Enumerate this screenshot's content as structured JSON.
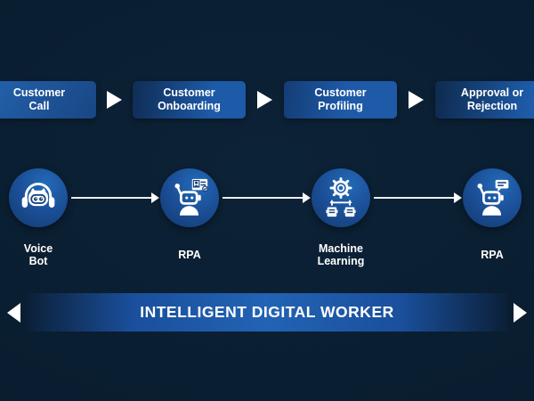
{
  "colors": {
    "background": "#0a1d30",
    "box_blue": "#1d5aa8",
    "banner_blue": "#2263b4",
    "circle_blue": "#1b4f97",
    "white": "#ffffff"
  },
  "process_steps": [
    {
      "label": "Customer\nCall"
    },
    {
      "label": "Customer\nOnboarding"
    },
    {
      "label": "Customer\nProfiling"
    },
    {
      "label": "Approval or\nRejection"
    }
  ],
  "workers": [
    {
      "label": "Voice\nBot",
      "icon": "voice-bot-icon"
    },
    {
      "label": "RPA",
      "icon": "rpa-robot-id-card-icon"
    },
    {
      "label": "Machine\nLearning",
      "icon": "machine-learning-icon"
    },
    {
      "label": "RPA",
      "icon": "rpa-robot-chat-icon"
    }
  ],
  "banner": {
    "title": "INTELLIGENT DIGITAL WORKER"
  }
}
